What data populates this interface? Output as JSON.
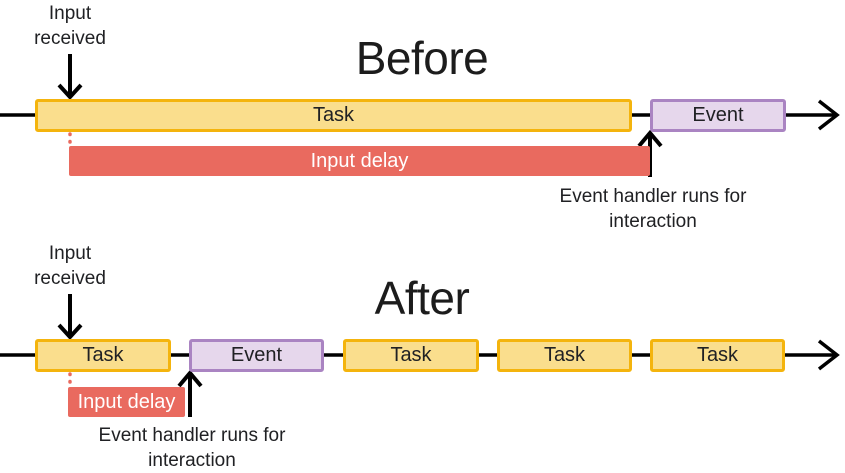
{
  "colors": {
    "task_fill": "#FADE8D",
    "task_border": "#F4B40D",
    "event_fill": "#E6D7EC",
    "event_border": "#AA84C2",
    "delay_fill": "#E96A5F",
    "delay_text": "#FFFFFF",
    "text": "#202124",
    "arrow": "#000000"
  },
  "before": {
    "title": "Before",
    "input_received_label": "Input received",
    "task_label": "Task",
    "event_label": "Event",
    "input_delay_label": "Input delay",
    "event_handler_label": "Event handler runs for interaction"
  },
  "after": {
    "title": "After",
    "input_received_label": "Input received",
    "task_labels": [
      "Task",
      "Task",
      "Task",
      "Task"
    ],
    "event_label": "Event",
    "input_delay_label": "Input delay",
    "event_handler_label": "Event handler runs for interaction"
  }
}
